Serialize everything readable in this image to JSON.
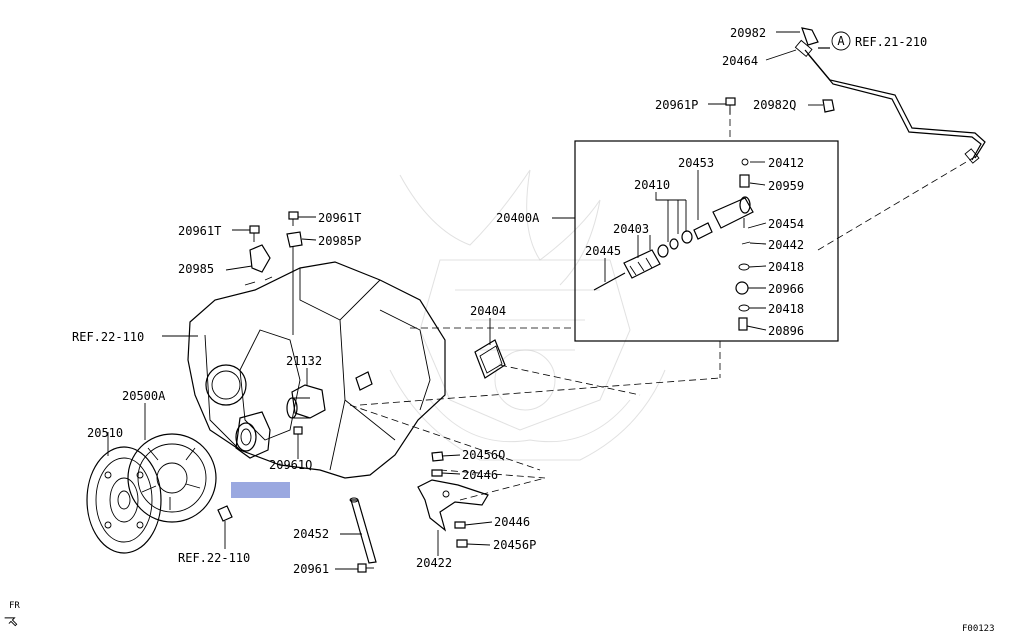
{
  "diagram": {
    "footer_code": "F00123",
    "fr_label": "FR",
    "ref_marker": "A",
    "highlight_color": "#9aa8e0",
    "labels": {
      "p20982": "20982",
      "ref21_210": "REF.21-210",
      "p20464": "20464",
      "p20961p": "20961P",
      "p20982q": "20982Q",
      "p20453": "20453",
      "p20412": "20412",
      "p20410": "20410",
      "p20959": "20959",
      "p20400a": "20400A",
      "p20403": "20403",
      "p20454": "20454",
      "p20445": "20445",
      "p20442": "20442",
      "p20418a": "20418",
      "p20966": "20966",
      "p20418b": "20418",
      "p20896": "20896",
      "p20961t_left": "20961T",
      "p20961t_right": "20961T",
      "p20985p": "20985P",
      "p20985": "20985",
      "ref22_110_top": "REF.22-110",
      "p20404": "20404",
      "p21132": "21132",
      "p20500a": "20500A",
      "p20510": "20510",
      "p20961q": "20961Q",
      "p20456q": "20456Q",
      "p20446a": "20446",
      "p20446b": "20446",
      "p20456p": "20456P",
      "p20452": "20452",
      "p20422": "20422",
      "ref22_110_bottom": "REF.22-110",
      "p20961": "20961"
    }
  }
}
